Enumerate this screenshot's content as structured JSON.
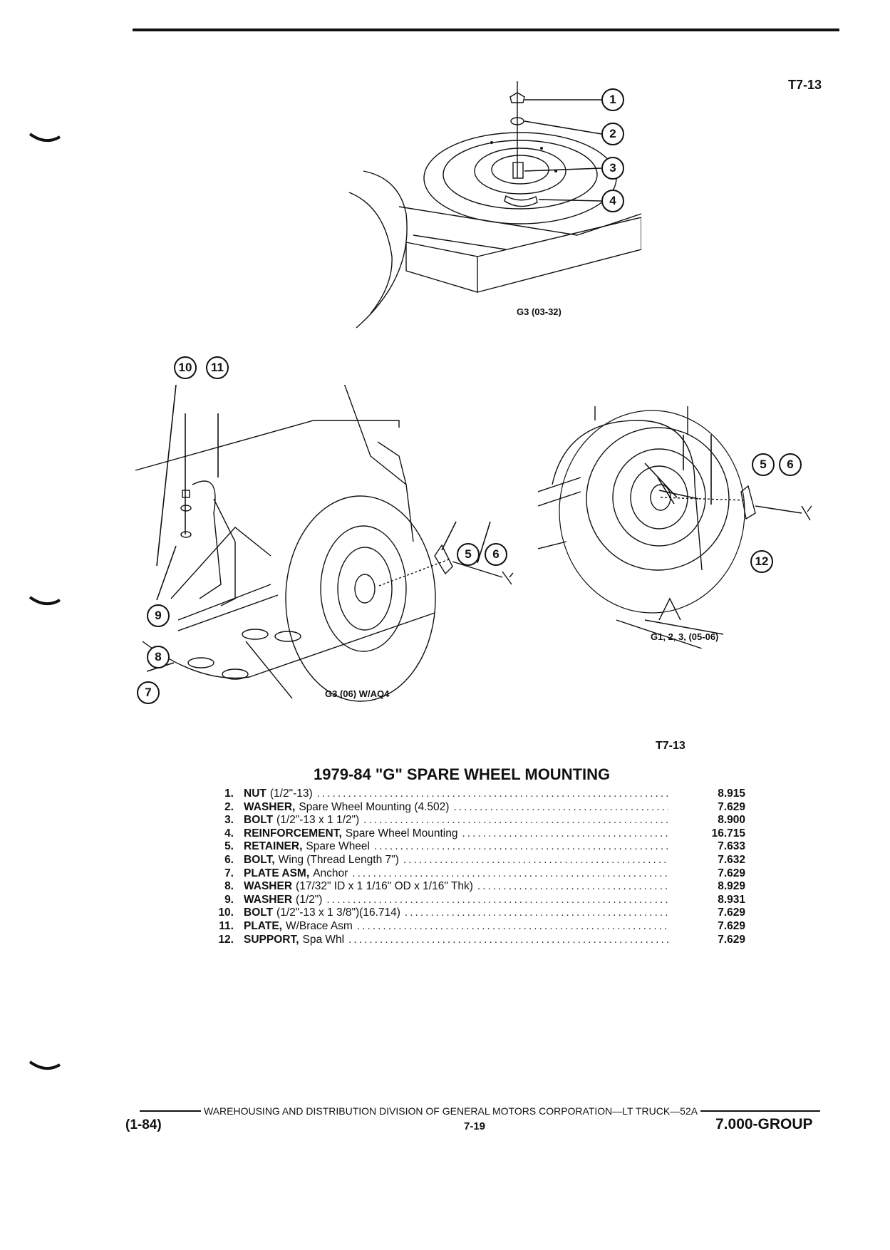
{
  "header": {
    "ref_top": "T7-13",
    "ref_mid": "T7-13"
  },
  "figures": {
    "top": {
      "label": "G3 (03-32)",
      "callouts": [
        "1",
        "2",
        "3",
        "4"
      ]
    },
    "left": {
      "label": "G3 (06) W/AQ4",
      "callouts": [
        "10",
        "11",
        "5",
        "6",
        "9",
        "8",
        "7"
      ]
    },
    "right": {
      "label": "G1, 2, 3, (05-06)",
      "callouts": [
        "5",
        "6",
        "12"
      ]
    }
  },
  "title": "1979-84 \"G\" SPARE WHEEL MOUNTING",
  "parts": [
    {
      "num": "1.",
      "name": "NUT",
      "rest": "(1/2\"-13)",
      "group": "8.915"
    },
    {
      "num": "2.",
      "name": "WASHER,",
      "rest": "Spare Wheel Mounting (4.502)",
      "group": "7.629"
    },
    {
      "num": "3.",
      "name": "BOLT",
      "rest": "(1/2\"-13 x 1 1/2\")",
      "group": "8.900"
    },
    {
      "num": "4.",
      "name": "REINFORCEMENT,",
      "rest": "Spare Wheel Mounting",
      "group": "16.715"
    },
    {
      "num": "5.",
      "name": "RETAINER,",
      "rest": "Spare Wheel",
      "group": "7.633"
    },
    {
      "num": "6.",
      "name": "BOLT,",
      "rest": "Wing (Thread Length 7\")",
      "group": "7.632"
    },
    {
      "num": "7.",
      "name": "PLATE ASM,",
      "rest": "Anchor",
      "group": "7.629"
    },
    {
      "num": "8.",
      "name": "WASHER",
      "rest": "(17/32\" ID x 1 1/16\" OD x 1/16\" Thk)",
      "group": "8.929"
    },
    {
      "num": "9.",
      "name": "WASHER",
      "rest": "(1/2\")",
      "group": "8.931"
    },
    {
      "num": "10.",
      "name": "BOLT",
      "rest": "(1/2\"-13 x 1 3/8\")(16.714)",
      "group": "7.629"
    },
    {
      "num": "11.",
      "name": "PLATE,",
      "rest": "W/Brace Asm",
      "group": "7.629"
    },
    {
      "num": "12.",
      "name": "SUPPORT,",
      "rest": "Spa Whl",
      "group": "7.629"
    }
  ],
  "footer": {
    "division_line": "WAREHOUSING AND DISTRIBUTION DIVISION OF GENERAL MOTORS CORPORATION—LT TRUCK—52A",
    "date_code": "(1-84)",
    "page_number": "7-19",
    "group": "7.000-GROUP"
  }
}
